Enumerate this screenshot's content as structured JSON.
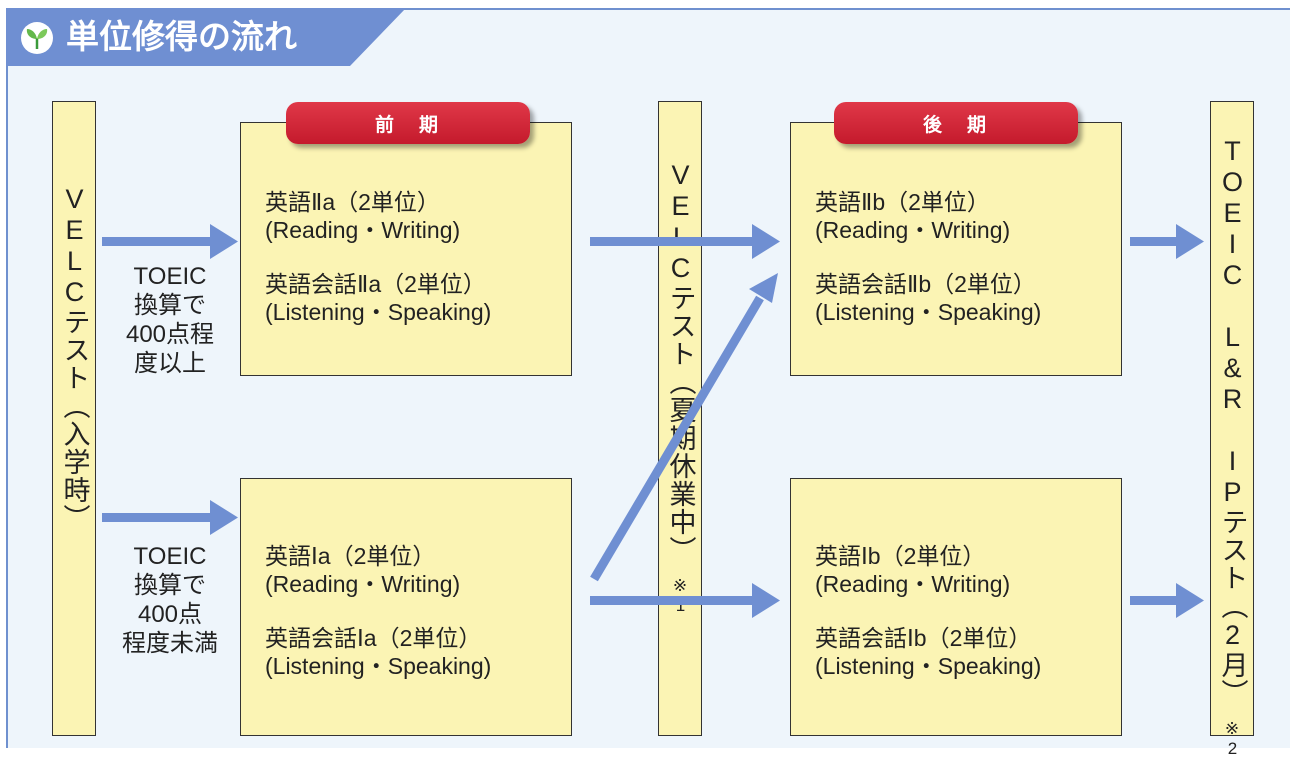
{
  "title": "単位修得の流れ",
  "left_bar": {
    "text": "VELCテスト（入学時）"
  },
  "middle_bar": {
    "text": "VELCテスト（夏期休業中）",
    "note": "※1"
  },
  "right_bar": {
    "text": "TOEIC L&R IPテスト（2月）",
    "note": "※2"
  },
  "labels": {
    "zenki": "前　期",
    "kouki": "後　期"
  },
  "upper_path": {
    "toeic_lines": [
      "TOEIC",
      "換算で",
      "400点程",
      "度以上"
    ]
  },
  "lower_path": {
    "toeic_lines": [
      "TOEIC",
      "換算で",
      "400点",
      "程度未満"
    ]
  },
  "boxes": {
    "zenki_upper": [
      "英語Ⅱa（2単位）",
      "(Reading・Writing)",
      "英語会話Ⅱa（2単位）",
      "(Listening・Speaking)"
    ],
    "zenki_lower": [
      "英語Ⅰa（2単位）",
      "(Reading・Writing)",
      "英語会話Ⅰa（2単位）",
      "(Listening・Speaking)"
    ],
    "kouki_upper": [
      "英語Ⅱb（2単位）",
      "(Reading・Writing)",
      "英語会話Ⅱb（2単位）",
      "(Listening・Speaking)"
    ],
    "kouki_lower": [
      "英語Ⅰb（2単位）",
      "(Reading・Writing)",
      "英語会話Ⅰb（2単位）",
      "(Listening・Speaking)"
    ]
  },
  "colors": {
    "header": "#6f8fd2",
    "arrow": "#6f8fd2",
    "box": "#fbf4b4",
    "label": "#c41a2c",
    "background": "#eef5fb"
  }
}
